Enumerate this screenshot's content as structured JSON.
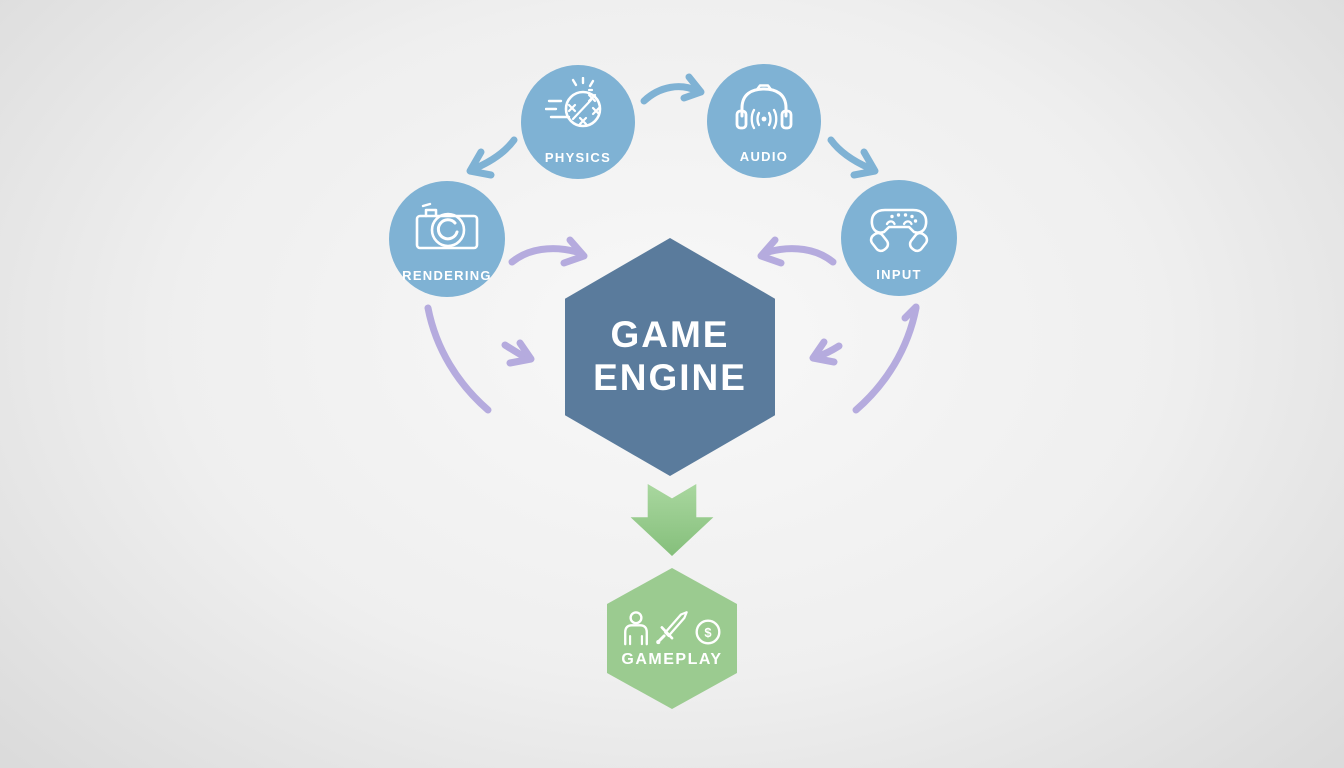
{
  "diagram": {
    "modules": [
      {
        "id": "physics",
        "label": "PHYSICS",
        "icon": "physics-ball-icon"
      },
      {
        "id": "audio",
        "label": "AUDIO",
        "icon": "headphones-icon"
      },
      {
        "id": "rendering",
        "label": "RENDERING",
        "icon": "camera-icon"
      },
      {
        "id": "input",
        "label": "INPUT",
        "icon": "gamepad-hands-icon"
      }
    ],
    "engine": {
      "line1": "GAME",
      "line2": "ENGINE"
    },
    "output": {
      "label": "GAMEPLAY",
      "icons": [
        "player-icon",
        "sword-icon",
        "coin-icon"
      ],
      "coin_symbol": "$"
    },
    "connections": [
      {
        "from": "physics",
        "to": "audio",
        "style": "blue-curved-arrow"
      },
      {
        "from": "physics",
        "to": "rendering",
        "style": "blue-curved-arrow"
      },
      {
        "from": "audio",
        "to": "input",
        "style": "blue-curved-arrow"
      },
      {
        "from": "rendering",
        "to": "game-engine",
        "style": "lavender-curved-arrow"
      },
      {
        "from": "input",
        "to": "game-engine",
        "style": "lavender-curved-arrow"
      },
      {
        "from": "rendering-arc",
        "to": "game-engine",
        "style": "lavender-short-arrow"
      },
      {
        "from": "input-arc",
        "to": "game-engine",
        "style": "lavender-short-arrow"
      },
      {
        "from": "game-engine",
        "to": "gameplay",
        "style": "green-block-arrow"
      }
    ],
    "colors": {
      "module_fill": "#7fb2d4",
      "engine_fill": "#5a7b9c",
      "connector_blue": "#7fb2d4",
      "connector_lavender": "#b5abde",
      "gameplay_fill": "#9bcb90",
      "flow_arrow_green_top": "#a9d79f",
      "flow_arrow_green_bottom": "#85bf7b",
      "label_text": "#ffffff",
      "background_center": "#f8f8f8",
      "background_edge": "#dbdbdb"
    }
  }
}
